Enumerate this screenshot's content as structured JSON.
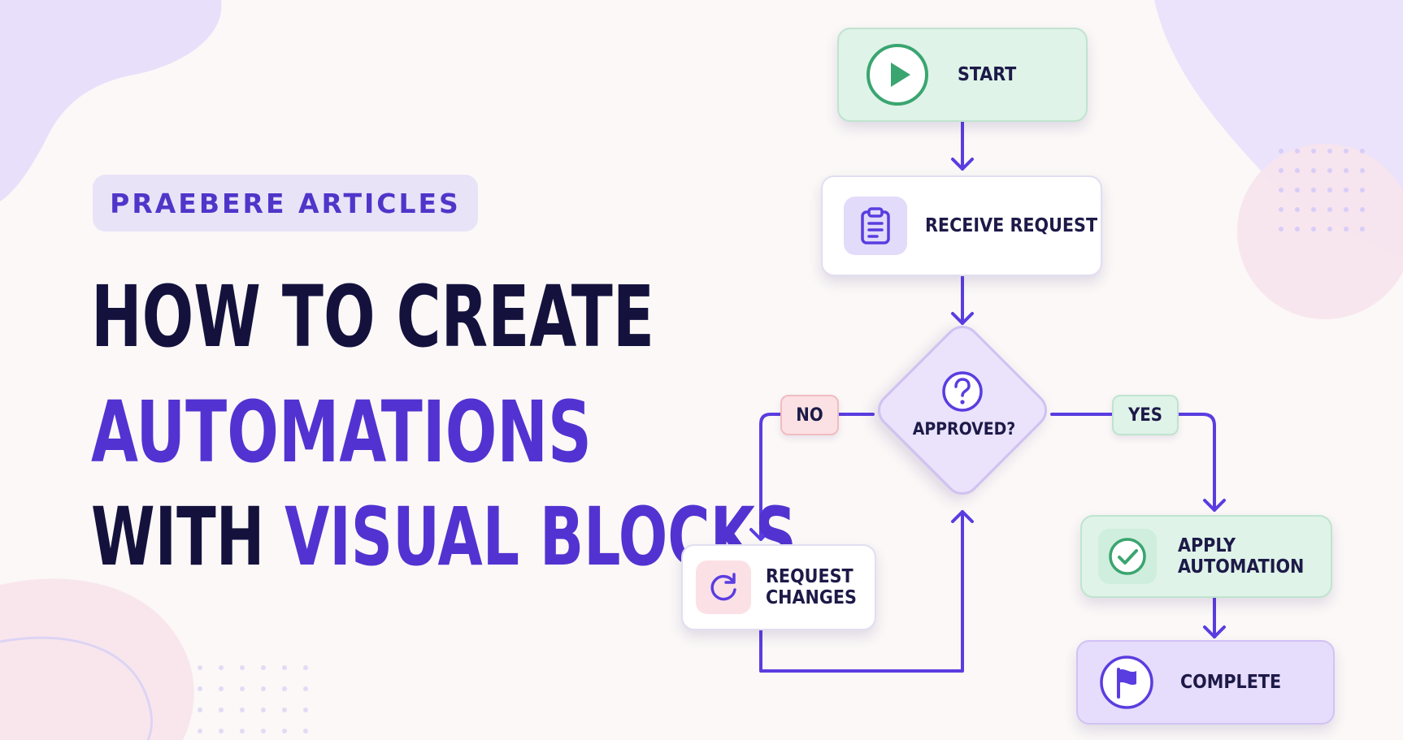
{
  "brand_tag": "PRAEBERE ARTICLES",
  "headline": {
    "line1": "HOW TO CREATE",
    "line2": "AUTOMATIONS",
    "line3_a": "WITH",
    "line3_b": "VISUAL BLOCKS"
  },
  "flowchart": {
    "start": {
      "label": "START",
      "icon": "play-icon"
    },
    "receive": {
      "label": "RECEIVE REQUEST",
      "icon": "clipboard-icon"
    },
    "decision": {
      "label": "APPROVED?",
      "icon": "question-icon"
    },
    "branch_no": "NO",
    "branch_yes": "YES",
    "request_changes": {
      "line1": "REQUEST",
      "line2": "CHANGES",
      "icon": "refresh-icon"
    },
    "apply": {
      "line1": "APPLY",
      "line2": "AUTOMATION",
      "icon": "check-icon"
    },
    "complete": {
      "label": "COMPLETE",
      "icon": "flag-icon"
    }
  },
  "colors": {
    "accent": "#5233d1",
    "navy": "#14123d",
    "connector": "#5a3de0",
    "green": "#3aa570",
    "pink": "#e06f83"
  }
}
